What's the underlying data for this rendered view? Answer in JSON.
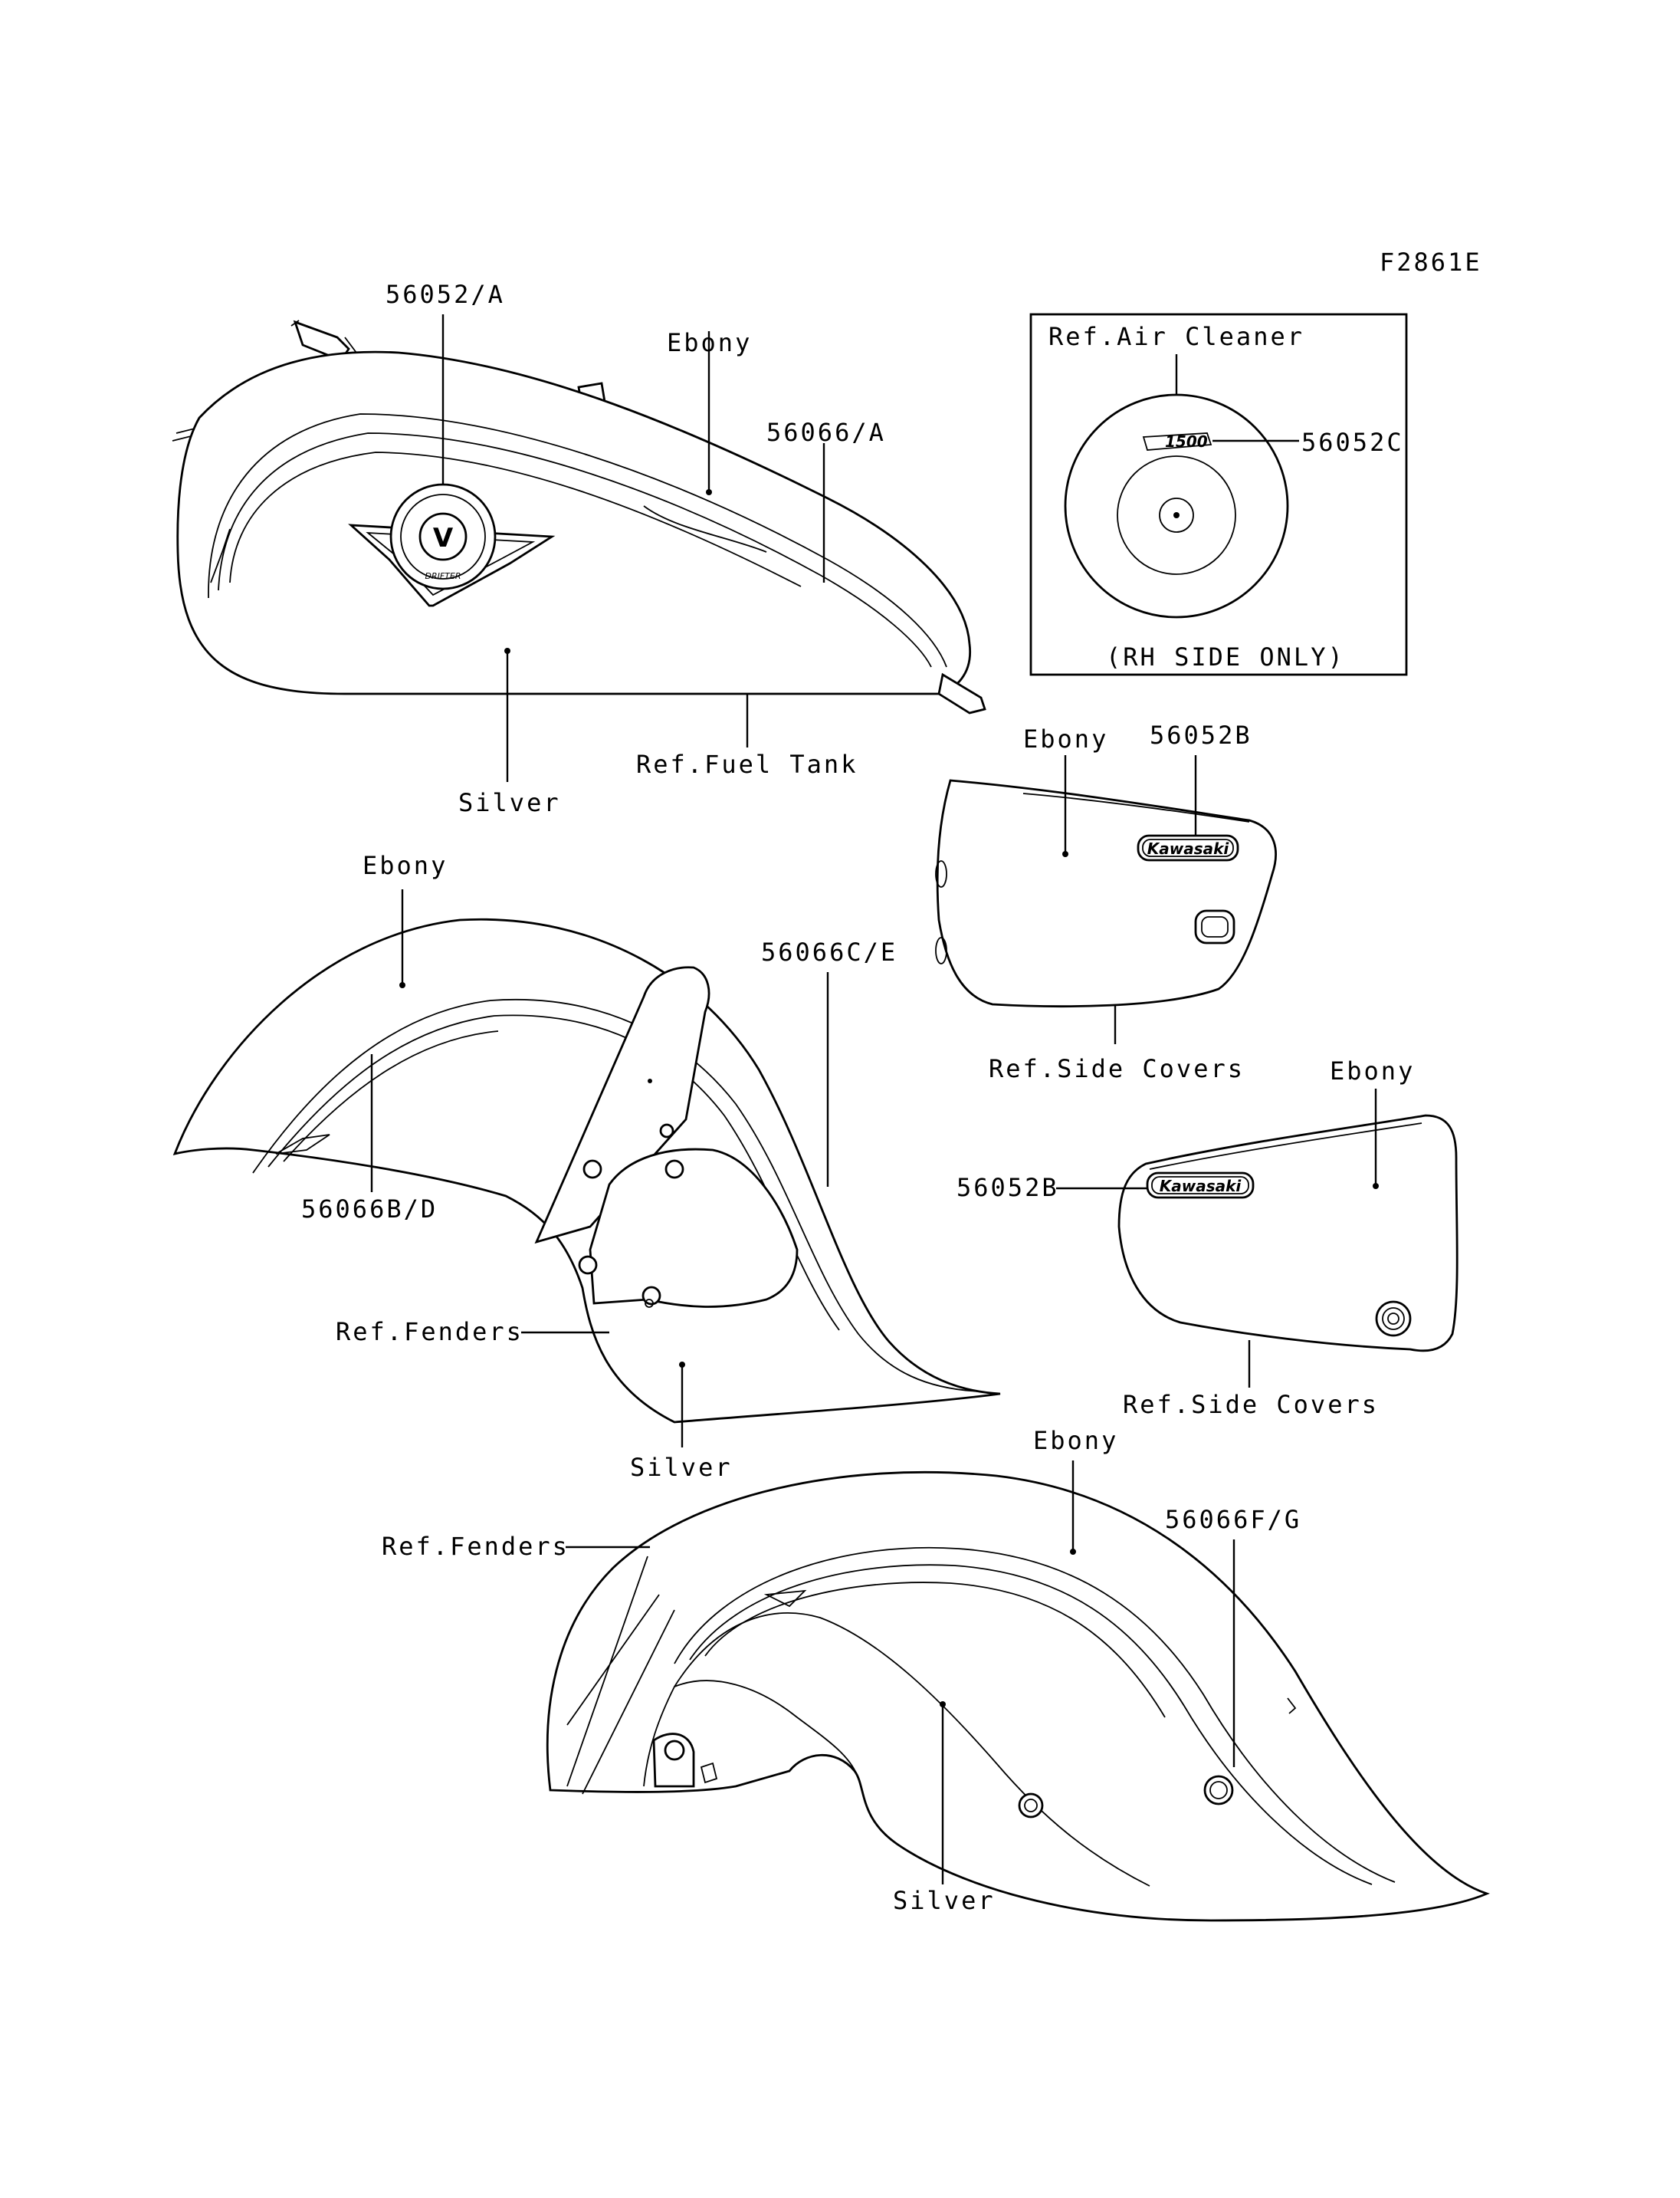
{
  "figure_code": "F2861E",
  "labels": {
    "tank_part": "56052/A",
    "tank_ebony": "Ebony",
    "tank_stripe": "56066/A",
    "tank_silver": "Silver",
    "tank_ref": "Ref.Fuel Tank",
    "air_ref": "Ref.Air Cleaner",
    "air_part": "56052C",
    "air_note": "(RH SIDE ONLY)",
    "side1_ebony": "Ebony",
    "side1_part": "56052B",
    "side1_ref": "Ref.Side Covers",
    "side2_ebony": "Ebony",
    "side2_part": "56052B",
    "side2_ref": "Ref.Side Covers",
    "ff_ebony": "Ebony",
    "ff_stripe_right": "56066C/E",
    "ff_stripe_left": "56066B/D",
    "ff_ref": "Ref.Fenders",
    "ff_silver": "Silver",
    "rf_ebony": "Ebony",
    "rf_ref": "Ref.Fenders",
    "rf_stripe": "56066F/G",
    "rf_silver": "Silver"
  },
  "emblems": {
    "side_cover_logo": "Kawasaki",
    "tank_badge": "V",
    "tank_badge_script": "DRIFTER",
    "air_cleaner_logo": "1500"
  }
}
